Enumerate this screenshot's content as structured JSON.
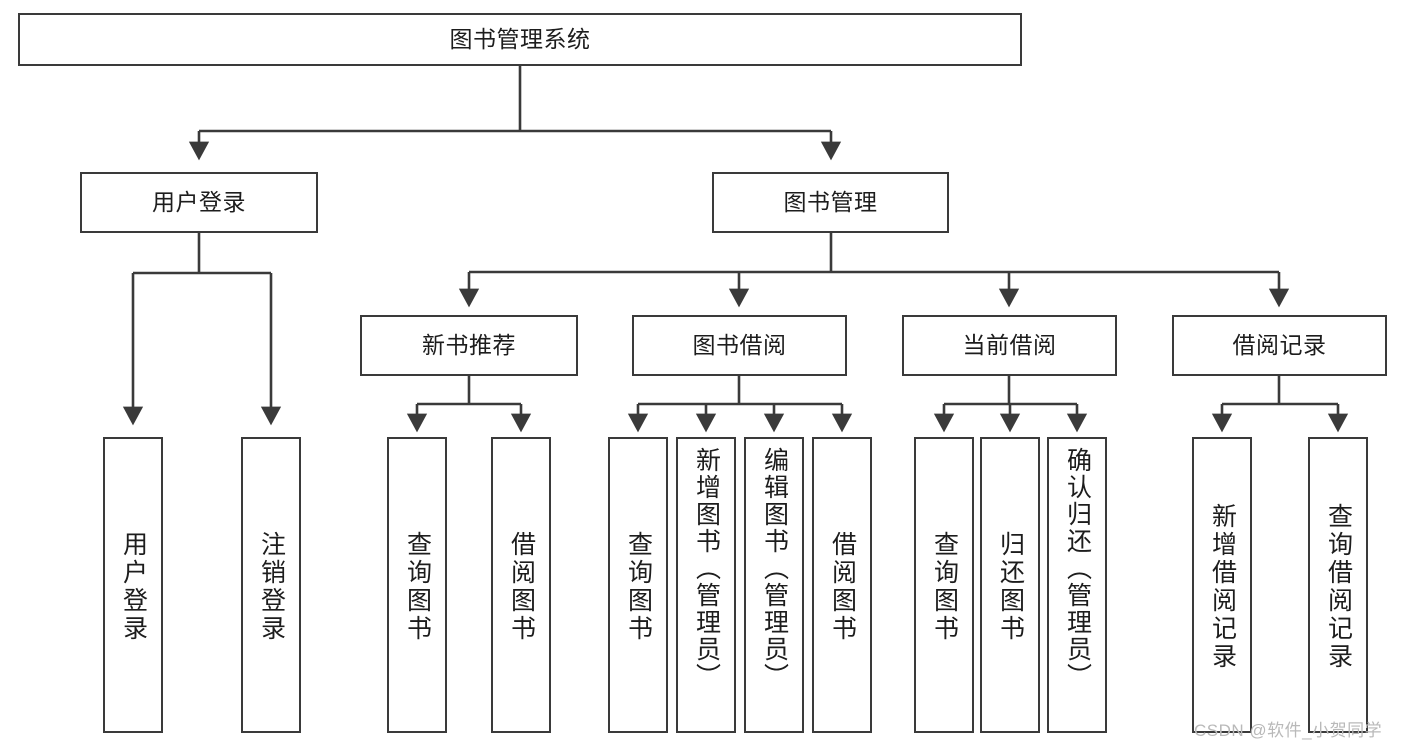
{
  "diagram": {
    "title": "图书管理系统",
    "type": "tree-hierarchy",
    "watermark": "CSDN @软件_小贺同学",
    "colors": {
      "stroke": "#3a3a3a",
      "fill": "#ffffff",
      "text": "#1d1d1d",
      "watermark": "#b9b9b9"
    },
    "nodes": {
      "root": "图书管理系统",
      "level1": {
        "user_login": "用户登录",
        "book_manage": "图书管理"
      },
      "level2": {
        "new_book_rec": "新书推荐",
        "book_borrow": "图书借阅",
        "current_borrow": "当前借阅",
        "borrow_record": "借阅记录"
      },
      "leaves": {
        "user_login_1": "用户登录",
        "user_login_2": "注销登录",
        "new_book_rec_1": "查询图书",
        "new_book_rec_2": "借阅图书",
        "book_borrow_1": "查询图书",
        "book_borrow_2": "新增图书（管理员）",
        "book_borrow_3": "编辑图书（管理员）",
        "book_borrow_4": "借阅图书",
        "current_borrow_1": "查询图书",
        "current_borrow_2": "归还图书",
        "current_borrow_3": "确认归还（管理员）",
        "borrow_record_1": "新增借阅记录",
        "borrow_record_2": "查询借阅记录"
      }
    },
    "tree": [
      {
        "label": "图书管理系统",
        "children": [
          {
            "label": "用户登录",
            "children": [
              {
                "label": "用户登录"
              },
              {
                "label": "注销登录"
              }
            ]
          },
          {
            "label": "图书管理",
            "children": [
              {
                "label": "新书推荐",
                "children": [
                  {
                    "label": "查询图书"
                  },
                  {
                    "label": "借阅图书"
                  }
                ]
              },
              {
                "label": "图书借阅",
                "children": [
                  {
                    "label": "查询图书"
                  },
                  {
                    "label": "新增图书（管理员）"
                  },
                  {
                    "label": "编辑图书（管理员）"
                  },
                  {
                    "label": "借阅图书"
                  }
                ]
              },
              {
                "label": "当前借阅",
                "children": [
                  {
                    "label": "查询图书"
                  },
                  {
                    "label": "归还图书"
                  },
                  {
                    "label": "确认归还（管理员）"
                  }
                ]
              },
              {
                "label": "借阅记录",
                "children": [
                  {
                    "label": "新增借阅记录"
                  },
                  {
                    "label": "查询借阅记录"
                  }
                ]
              }
            ]
          }
        ]
      }
    ]
  }
}
